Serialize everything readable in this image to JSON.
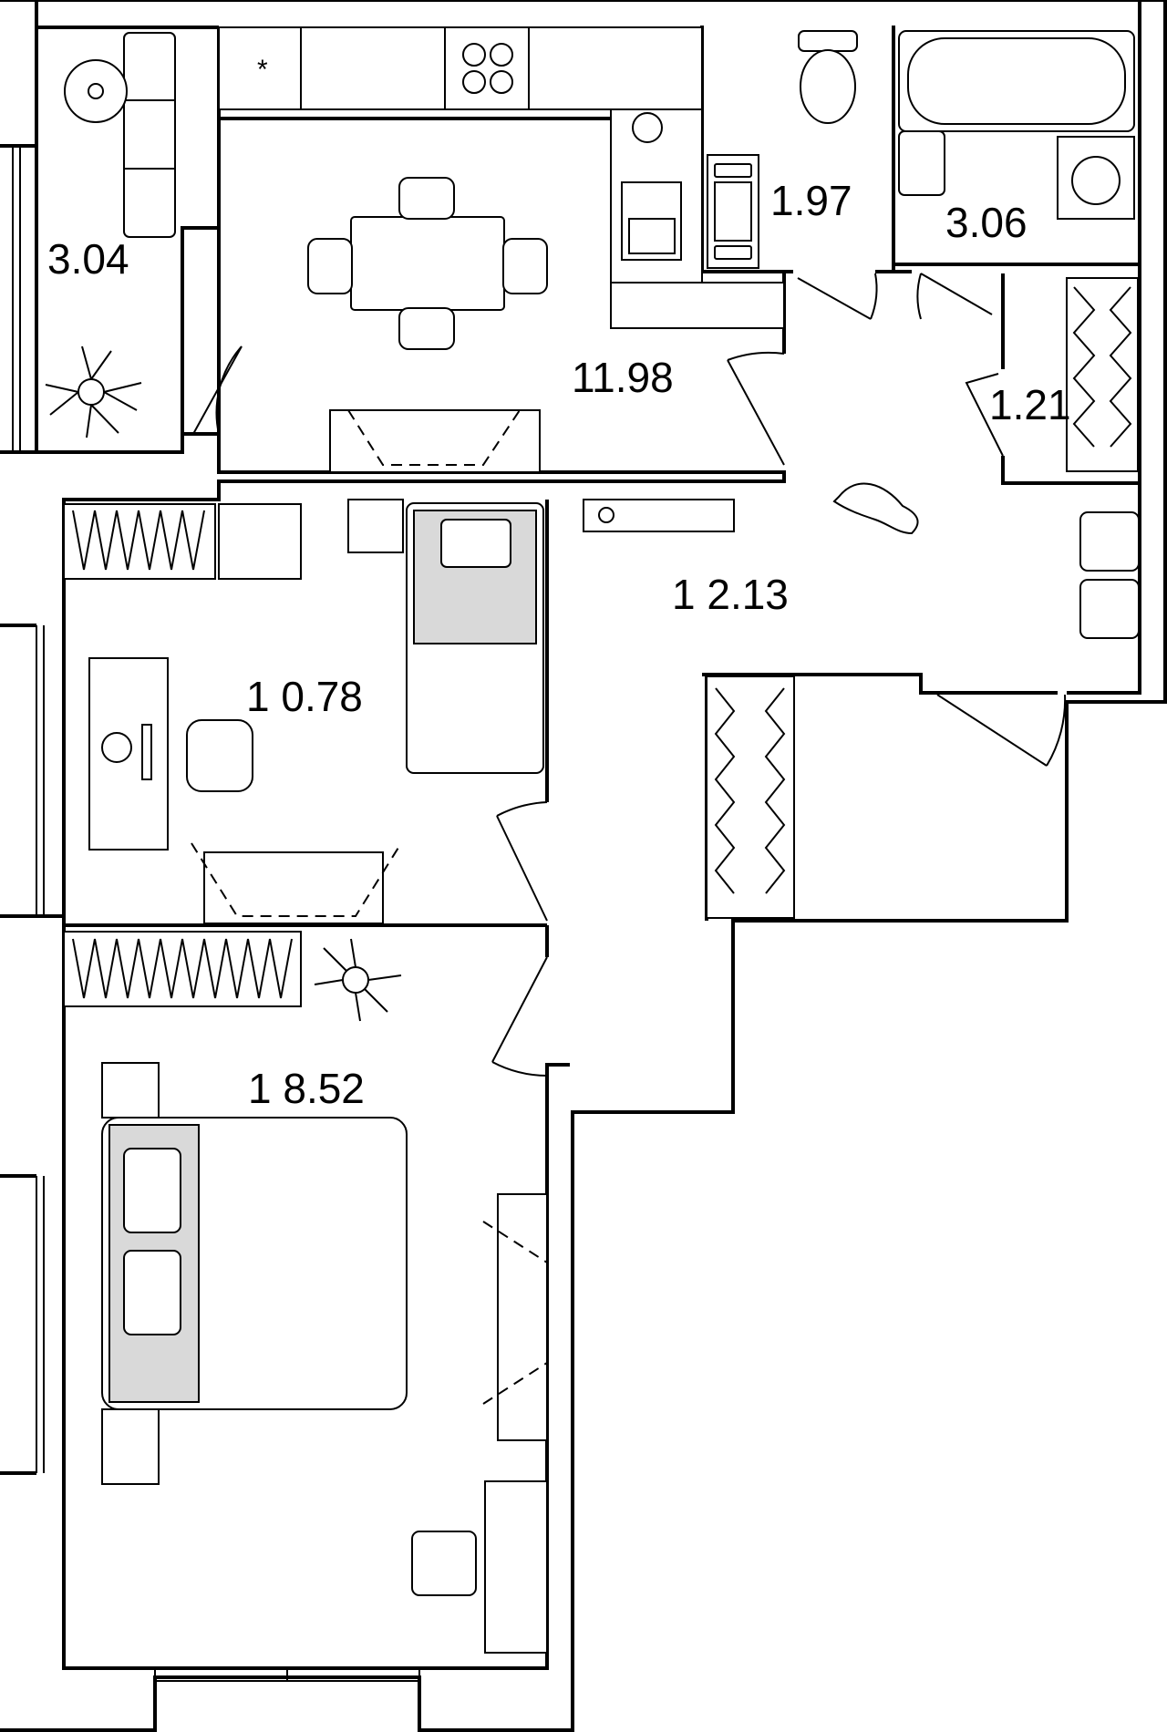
{
  "rooms": [
    {
      "id": "balcony",
      "area": "3.04"
    },
    {
      "id": "kitchen",
      "area": "11.98"
    },
    {
      "id": "toilet",
      "area": "1.97"
    },
    {
      "id": "bathroom",
      "area": "3.06"
    },
    {
      "id": "closet",
      "area": "1.21"
    },
    {
      "id": "hallway",
      "area": "1 2.13"
    },
    {
      "id": "bedroom-small",
      "area": "1 0.78"
    },
    {
      "id": "bedroom-large",
      "area": "1 8.52"
    }
  ],
  "icons": {
    "stove": "stove-icon",
    "sink": "sink-icon",
    "toilet": "toilet-icon",
    "bathtub": "bathtub-icon",
    "washer": "washing-machine-icon",
    "plant": "plant-icon",
    "cat": "cat-icon",
    "bed": "bed-icon",
    "desk": "desk-icon",
    "tv": "tv-icon"
  },
  "colors": {
    "wall": "#000000",
    "fill": "#ffffff",
    "accent_grey": "#d9d9d9"
  }
}
